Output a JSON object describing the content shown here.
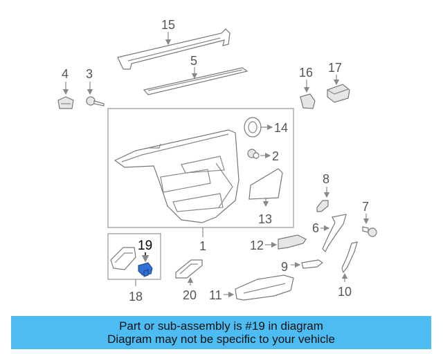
{
  "callouts": {
    "c1": "1",
    "c2": "2",
    "c3": "3",
    "c4": "4",
    "c5": "5",
    "c6": "6",
    "c7": "7",
    "c8": "8",
    "c9": "9",
    "c10": "10",
    "c11": "11",
    "c12": "12",
    "c13": "13",
    "c14": "14",
    "c15": "15",
    "c16": "16",
    "c17": "17",
    "c18": "18",
    "c19": "19",
    "c20": "20"
  },
  "highlighted_part": "19",
  "colors": {
    "highlight_part": "#2f6fd6",
    "banner_bg": "#4cbcf3"
  },
  "banner": {
    "line1": "Part or sub-assembly is #19 in diagram",
    "line2": "Diagram may not be specific to your vehicle"
  }
}
